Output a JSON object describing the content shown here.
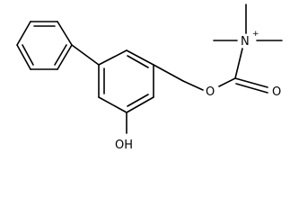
{
  "labels": {
    "ester_oxygen": "O",
    "carbonyl_oxygen": "O",
    "nitrogen": "N",
    "nitrogen_charge": "+",
    "hydroxyl": "OH"
  }
}
